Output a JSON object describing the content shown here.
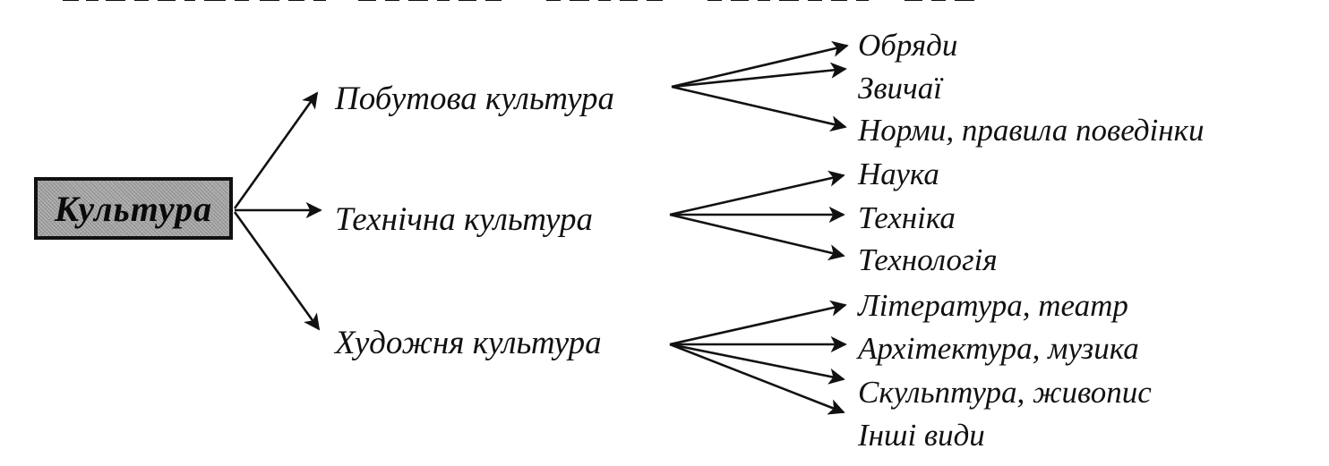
{
  "root": {
    "label": "Культура"
  },
  "branches": [
    {
      "label": "Побутова культура",
      "items": [
        "Обряди",
        "Звичаї",
        "Норми, правила поведінки"
      ]
    },
    {
      "label": "Технічна культура",
      "items": [
        "Наука",
        "Техніка",
        "Технологія"
      ]
    },
    {
      "label": "Художня культура",
      "items": [
        "Література, театр",
        "Архітектура, музика",
        "Скульптура, живопис",
        "Інші види"
      ]
    }
  ]
}
